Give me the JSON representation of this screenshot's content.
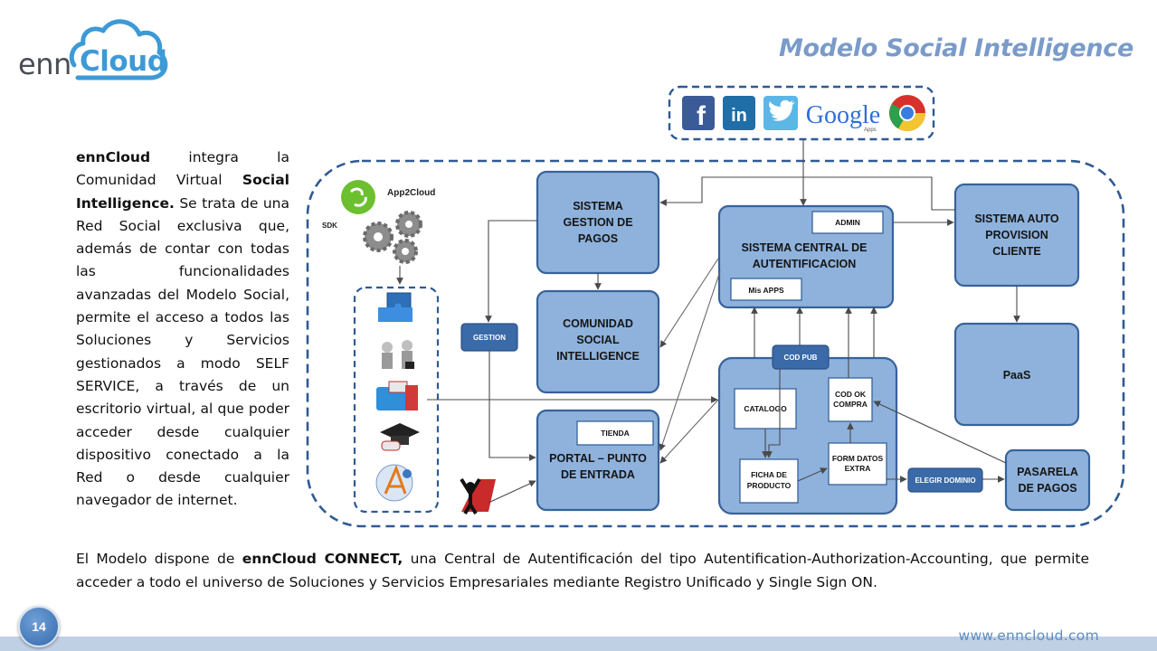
{
  "header": {
    "logo_prefix": "enn",
    "logo_name": "Cloud",
    "title": "Modelo Social Intelligence"
  },
  "intro": {
    "brand": "ennCloud",
    "t1": " integra la Comunidad Virtual ",
    "bold1": "Social Intelligence.",
    "t2": " Se trata de una Red Social exclusiva que, además de contar con todas las funcionalidades avanzadas del Modelo Social, permite el acceso a todos las Soluciones y Servicios gestionados a modo SELF SERVICE, a través de un escritorio virtual, al que poder acceder desde cualquier dispositivo conectado a la Red o desde cualquier navegador de internet."
  },
  "bottom_text": {
    "t1": "El Modelo dispone de ",
    "bold": "ennCloud CONNECT,",
    "t2": "  una Central de Autentificación del tipo Autentification-Authorization-Accounting,  que permite acceder a todo el universo de Soluciones y Servicios Empresariales mediante Registro Unificado y Single Sign ON."
  },
  "diagram": {
    "social_logos": {
      "facebook": "f",
      "linkedin": "in",
      "google": "Google",
      "google_sub": "Apps"
    },
    "app2cloud": "App2Cloud",
    "sdk": "SDK",
    "boxes": {
      "gestion_pagos": [
        "SISTEMA",
        "GESTION DE",
        "PAGOS"
      ],
      "comunidad": [
        "COMUNIDAD",
        "SOCIAL",
        "INTELLIGENCE"
      ],
      "portal": [
        "PORTAL – PUNTO",
        "DE ENTRADA"
      ],
      "tienda": "TIENDA",
      "central": [
        "SISTEMA CENTRAL DE",
        "AUTENTIFICACION"
      ],
      "admin": "ADMIN",
      "mis_apps": "Mis  APPS",
      "auto_provision": [
        "SISTEMA AUTO",
        "PROVISION",
        "CLIENTE"
      ],
      "paas": "PaaS",
      "pasarela": [
        "PASARELA",
        "DE PAGOS"
      ],
      "gestion": "GESTION",
      "codpub": "COD PUB",
      "catalogo": "CATALOGO",
      "codok": [
        "COD OK",
        "COMPRA"
      ],
      "ficha": [
        "FICHA DE",
        "PRODUCTO"
      ],
      "formdatos": [
        "FORM DATOS",
        "EXTRA"
      ],
      "elegir_dominio": "ELEGIR DOMINIO"
    }
  },
  "footer": {
    "url": "www.enncloud.com",
    "page_number": "14"
  }
}
